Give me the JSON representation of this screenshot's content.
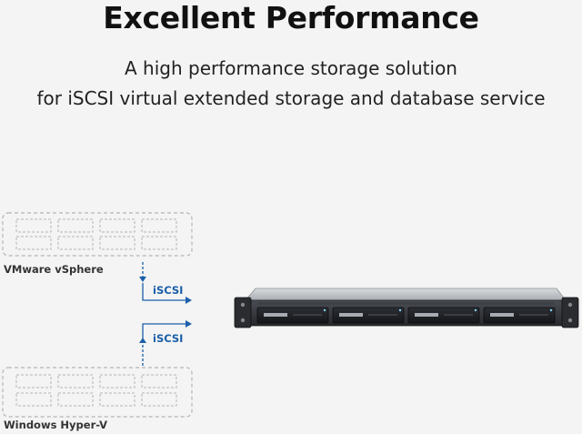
{
  "header": {
    "title": "Excellent Performance",
    "subtitle_line1": "A high performance storage solution",
    "subtitle_line2": "for iSCSI virtual extended storage and database service"
  },
  "diagram": {
    "hosts": [
      {
        "label": "VMware vSphere"
      },
      {
        "label": "Windows Hyper-V"
      }
    ],
    "connections": [
      {
        "protocol": "iSCSI"
      },
      {
        "protocol": "iSCSI"
      }
    ],
    "colors": {
      "connector": "#1b5fa8",
      "host_border": "#b5b5b5",
      "chassis": "#3a3d42",
      "drive_bay": "#1e2024"
    }
  }
}
